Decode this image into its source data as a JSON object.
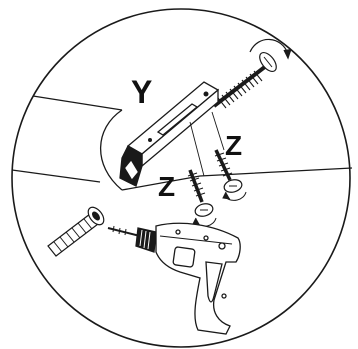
{
  "labels": {
    "bracket": "Y",
    "screw_upper": "Z",
    "screw_lower": "Z"
  },
  "colors": {
    "ink": "#1a1a1a",
    "background": "#ffffff"
  },
  "icons": {
    "bracket": "mounting-bracket-icon",
    "long_screw": "long-screw-icon",
    "short_screws": "wood-screw-icon",
    "wall_plug": "wall-plug-icon",
    "drill": "power-drill-icon",
    "rotation": "clockwise-arrow-icon"
  }
}
